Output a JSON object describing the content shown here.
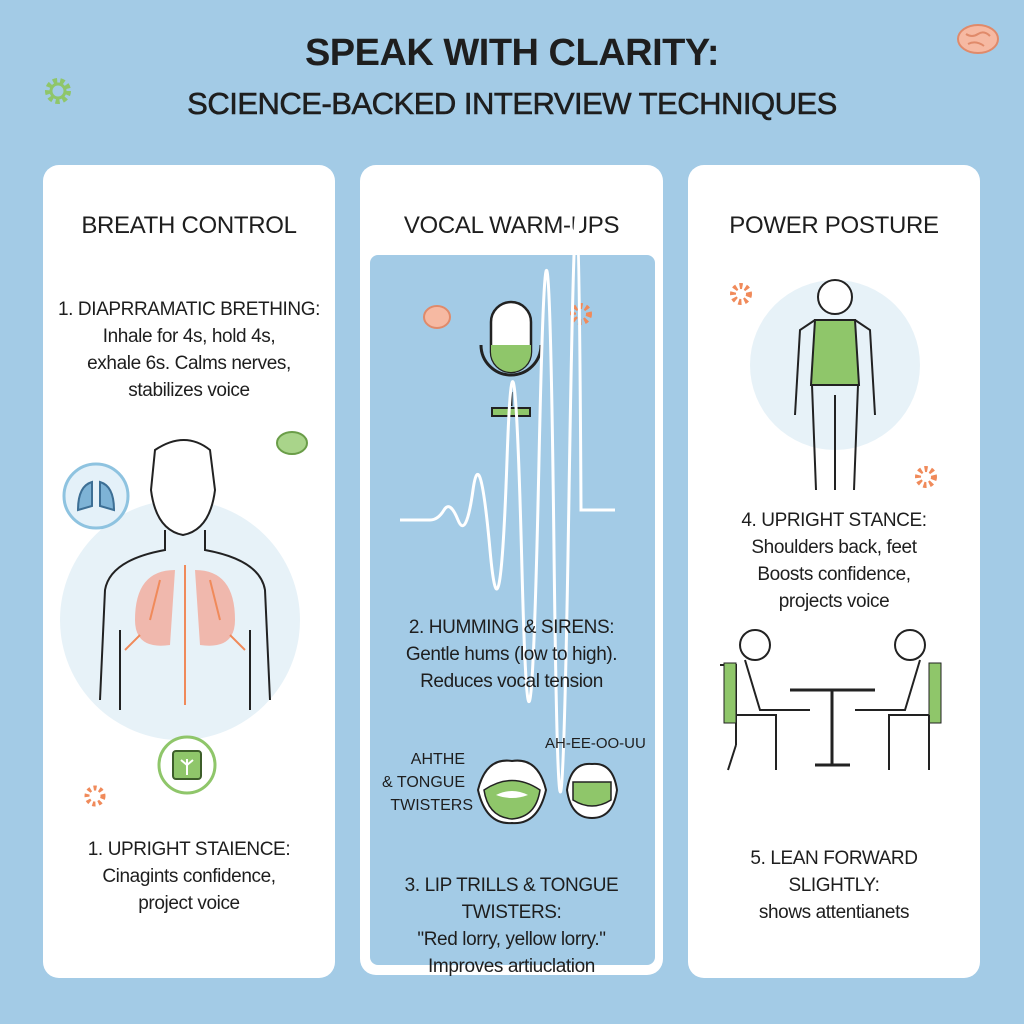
{
  "title": {
    "line1": "SPEAK WITH CLARITY:",
    "line2": "SCIENCE-BACKED INTERVIEW TECHNIQUES"
  },
  "colors": {
    "background": "#a3cbe6",
    "card": "#ffffff",
    "accent_green": "#8fc66a",
    "accent_orange": "#f08a5a",
    "lung_pink": "#f2a99a"
  },
  "columns": [
    {
      "heading": "BREATH CONTROL",
      "tip1": {
        "title": "1. DIAPRRAMATIC BRETHING:",
        "lines": [
          "Inhale for 4s, hold 4s,",
          "exhale 6s. Calms nerves,",
          "stabilizes voice"
        ]
      },
      "tip2": {
        "title": "1. UPRIGHT STAIENCE:",
        "lines": [
          "Cinagints confidence,",
          "project voice"
        ]
      }
    },
    {
      "heading": "VOCAL WARM-UPS",
      "tip1": {
        "title": "2. HUMMING & SIRENS:",
        "lines": [
          "Gentle hums (low to high).",
          "Reduces vocal tension"
        ]
      },
      "mouth_label": [
        "AHTHE",
        "& TONGUE",
        "TWISTERS"
      ],
      "vowels": "AH-EE-OO-UU",
      "tip2": {
        "title": "3. LIP TRILLS & TONGUE TWISTERS:",
        "lines": [
          "\"Red lorry, yellow lorry.\"",
          "Improves artiuclation"
        ]
      }
    },
    {
      "heading": "POWER POSTURE",
      "tip1": {
        "title": "4. UPRIGHT STANCE:",
        "lines": [
          "Shoulders back, feet",
          "Boosts confidence,",
          "projects voice"
        ]
      },
      "tip2": {
        "title": "5. LEAN FORWARD",
        "lines": [
          "SLIGHTLY:",
          "shows attentianets"
        ]
      }
    }
  ],
  "icons": [
    "gear-icon",
    "brain-icon",
    "lungs-icon",
    "microphone-icon",
    "sound-wave-icon",
    "mouth-icon",
    "plant-icon",
    "person-icon",
    "chair-icon",
    "table-icon"
  ]
}
